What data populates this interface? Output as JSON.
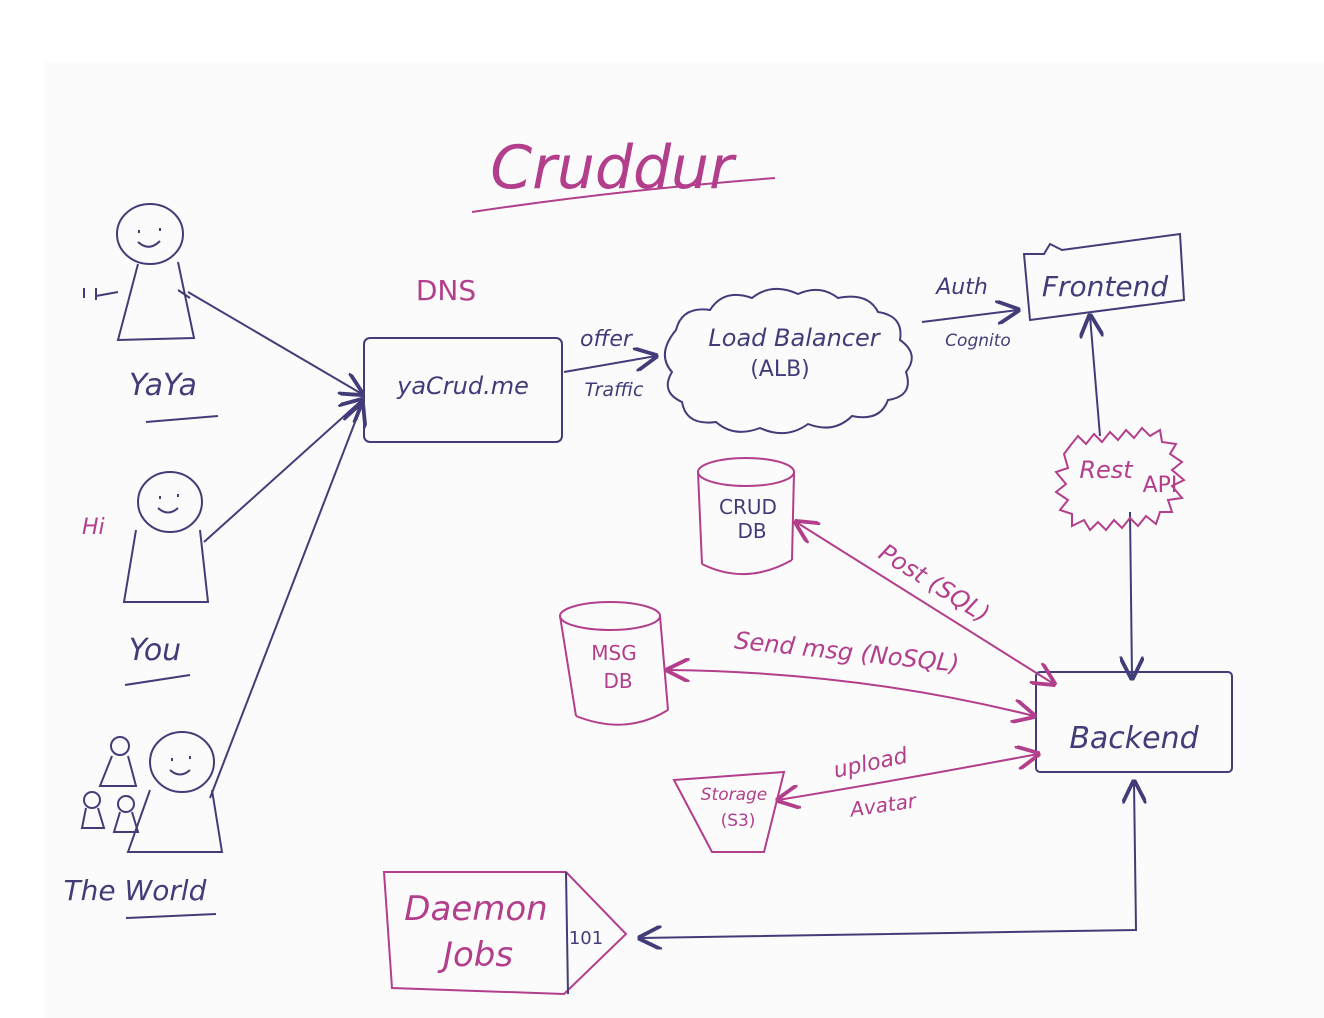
{
  "title": "Cruddur",
  "colors": {
    "ink_blue": "#423d78",
    "ink_pink": "#b23e8c",
    "paper": "#fbfbfb",
    "background": "#ffffff"
  },
  "users": {
    "yaya": {
      "label": "YaYa",
      "greeting": ""
    },
    "you": {
      "label": "You",
      "greeting": "Hi"
    },
    "world": {
      "label": "The World"
    }
  },
  "dns": {
    "label": "DNS",
    "domain": "yaCrud.me"
  },
  "edges": {
    "dns_to_lb_top": "offer",
    "dns_to_lb_bottom": "Traffic",
    "lb_to_frontend_top": "Auth",
    "lb_to_frontend_bottom": "Cognito",
    "crud_db_edge": "Post (SQL)",
    "msg_db_edge": "Send msg (NoSQL)",
    "storage_top": "upload",
    "storage_bottom": "Avatar"
  },
  "load_balancer": {
    "line1": "Load Balancer",
    "line2": "(ALB)"
  },
  "frontend": {
    "label": "Frontend"
  },
  "backend": {
    "label": "Backend"
  },
  "rest_api": {
    "line1": "Rest",
    "line2": "API"
  },
  "crud_db": {
    "line1": "CRUD",
    "line2": "DB"
  },
  "msg_db": {
    "line1": "MSG",
    "line2": "DB"
  },
  "storage": {
    "line1": "Storage",
    "line2": "(S3)"
  },
  "daemon": {
    "line1": "Daemon",
    "line2": "Jobs",
    "tag": "101"
  }
}
